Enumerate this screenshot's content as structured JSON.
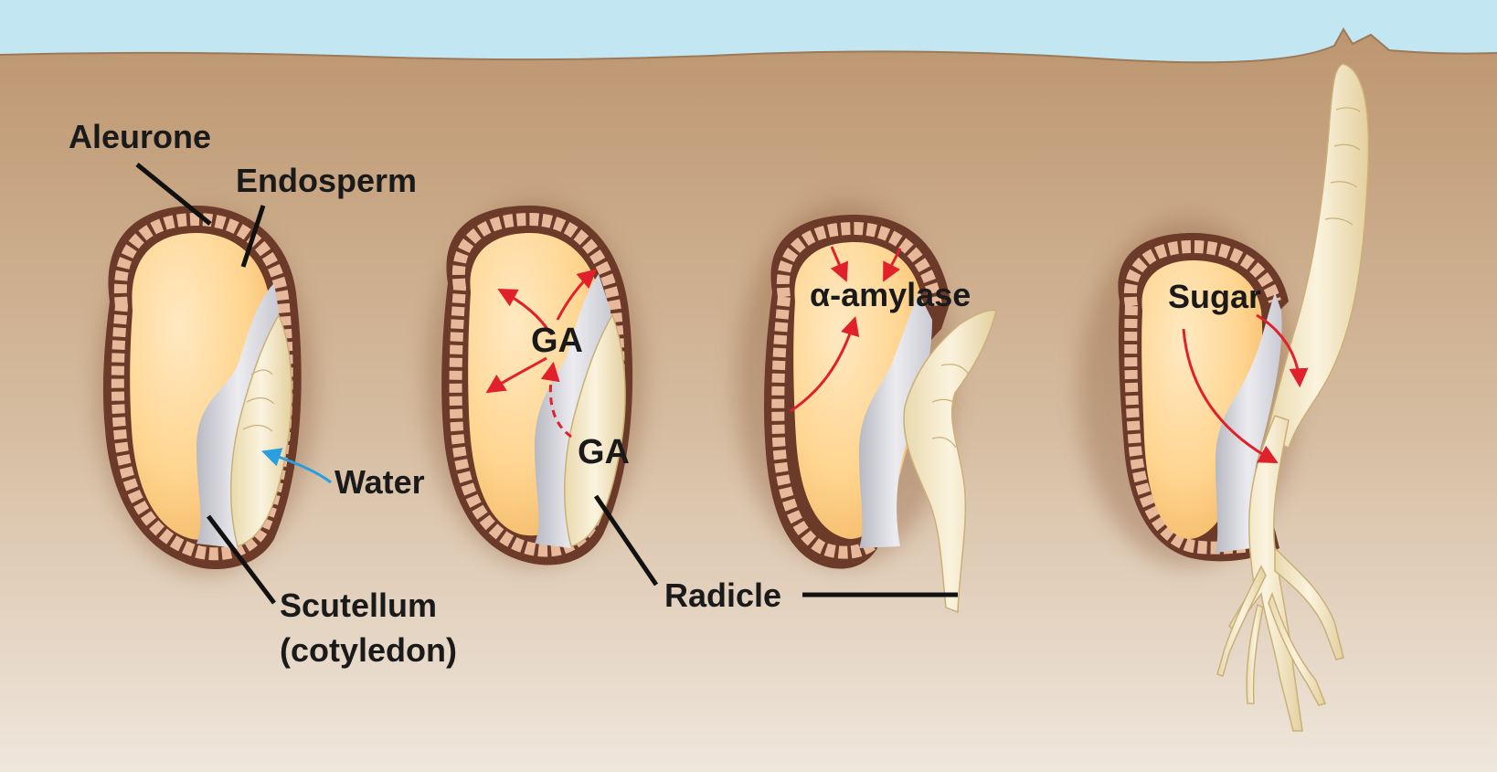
{
  "labels": {
    "aleurone": "Aleurone",
    "endosperm": "Endosperm",
    "water": "Water",
    "scutellum": "Scutellum",
    "cotyledon": "(cotyledon)",
    "ga_top": "GA",
    "ga_bottom": "GA",
    "radicle": "Radicle",
    "alpha_amylase": "α-amylase",
    "sugar": "Sugar"
  },
  "colors": {
    "sky": "#bfe6f2",
    "soil_dark": "#bd9872",
    "soil_light": "#ece1d6",
    "seed_coat": "#6b3a28",
    "aleurone_cell": "#e8b89a",
    "endosperm": "#ffd79a",
    "scutellum": "#dcdde4",
    "embryo": "#f5e9c8",
    "arrow_red": "#e0202a",
    "arrow_blue": "#2a9fe0",
    "leader_line": "#111111"
  },
  "icons": [
    "red-arrow",
    "blue-arrow",
    "leader-line"
  ]
}
